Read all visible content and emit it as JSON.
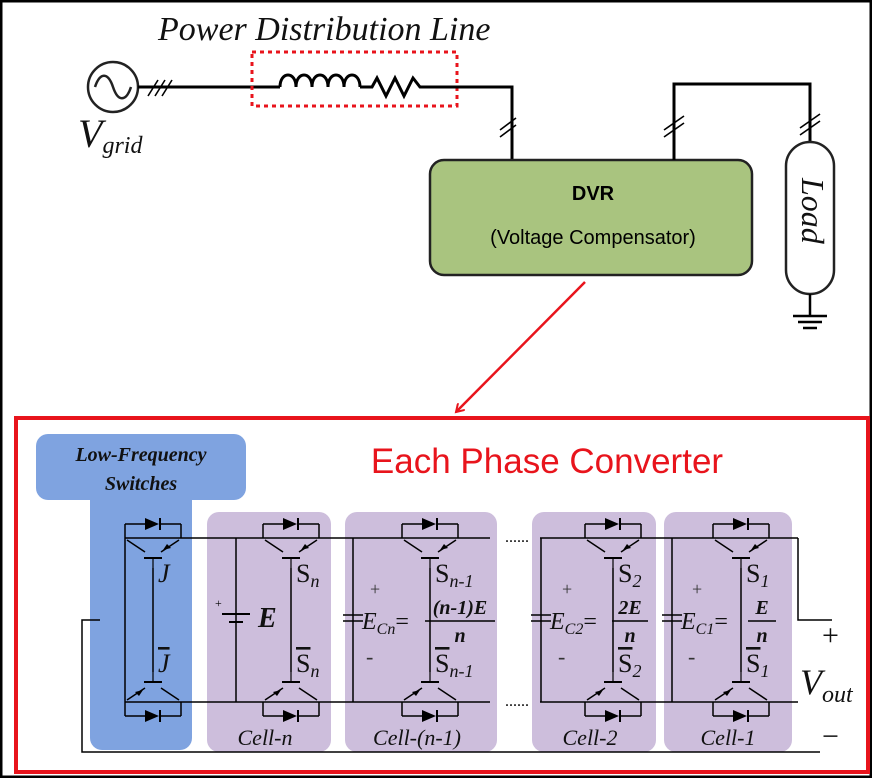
{
  "top": {
    "title": "Power Distribution Line",
    "vgrid_main": "V",
    "vgrid_sub": "grid",
    "dvr_title": "DVR",
    "dvr_subtitle": "(Voltage Compensator)",
    "load_label": "Load"
  },
  "bottom": {
    "title": "Each Phase Converter",
    "lfs_line1": "Low-Frequency",
    "lfs_line2": "Switches",
    "switch_j": "J",
    "switch_jbar": "J",
    "sn": {
      "main": "S",
      "sub": "n"
    },
    "snbar": {
      "main": "S",
      "sub": "n"
    },
    "sn1": {
      "main": "S",
      "sub": "n-1"
    },
    "sn1bar": {
      "main": "S",
      "sub": "n-1"
    },
    "s2": {
      "main": "S",
      "sub": "2"
    },
    "s2bar": {
      "main": "S",
      "sub": "2"
    },
    "s1": {
      "main": "S",
      "sub": "1"
    },
    "s1bar": {
      "main": "S",
      "sub": "1"
    },
    "e_label": "E",
    "plus": "+",
    "minus": "-",
    "ecn": {
      "main": "E",
      "sub": "Cn",
      "num": "(n-1)E",
      "den": "n"
    },
    "ec2": {
      "main": "E",
      "sub": "C2",
      "num": "2E",
      "den": "n"
    },
    "ec1": {
      "main": "E",
      "sub": "C1",
      "num": "E",
      "den": "n"
    },
    "eq": "=",
    "vout_main": "V",
    "vout_sub": "out",
    "vout_plus": "+",
    "vout_minus": "−",
    "dots": "......",
    "cell_labels": [
      "Cell-n",
      "Cell-(n-1)",
      "Cell-2",
      "Cell-1"
    ]
  },
  "colors": {
    "red": "#e8141c",
    "dvr_fill": "#a9c47f",
    "lfs_fill": "#7fa3e0",
    "cell_fill": "#cdbedc"
  }
}
